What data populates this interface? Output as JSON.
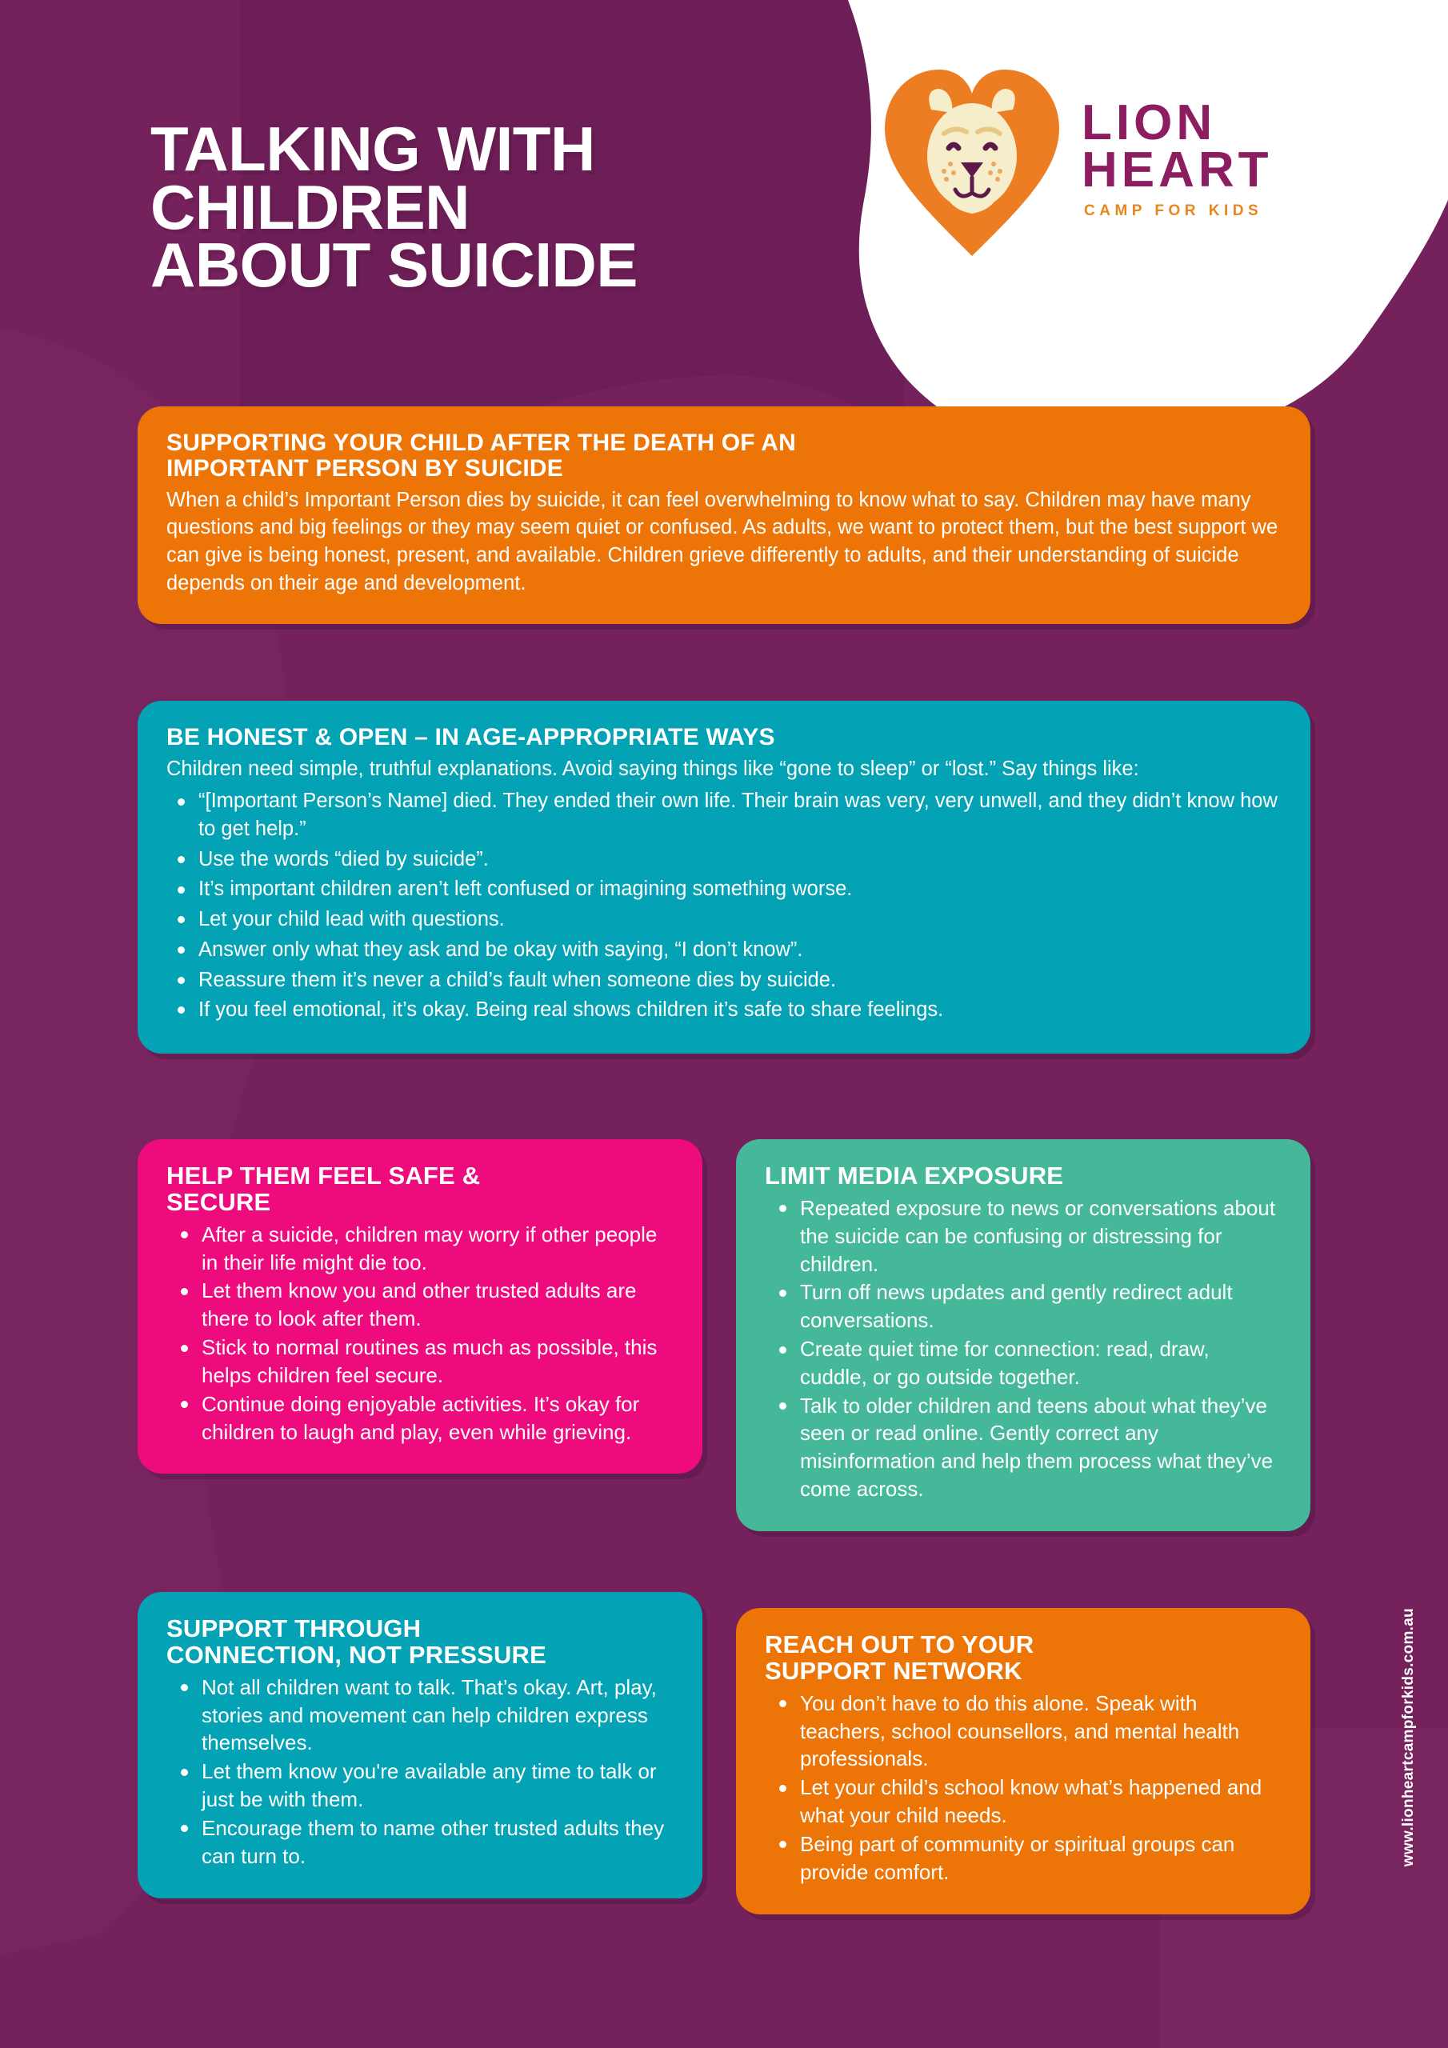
{
  "header": {
    "title": "TALKING WITH\nCHILDREN\nABOUT SUICIDE"
  },
  "logo": {
    "icon": "lion-heart-icon",
    "line1": "LION",
    "line2": "HEART",
    "tagline": "CAMP FOR KIDS"
  },
  "colors": {
    "background_purple": "#74215C",
    "background_purple_dark": "#6A1C54",
    "background_purple_light": "#7C2A63",
    "orange": "#ED7407",
    "teal": "#03A2B5",
    "pink": "#EE0B7E",
    "green": "#45B89A",
    "logo_purple": "#8C1D60",
    "logo_orange": "#E8861B",
    "white": "#FFFFFF",
    "lion_mane": "#ED7D23",
    "lion_face": "#F6EDCB"
  },
  "cards": [
    {
      "id": "supporting",
      "color_key": "orange",
      "title": "SUPPORTING YOUR CHILD AFTER THE DEATH OF AN\nIMPORTANT PERSON BY SUICIDE",
      "paragraph": "When a child’s Important Person dies by suicide, it can feel overwhelming to know what to say. Children may have many questions and big feelings or they may seem quiet or confused. As adults, we want to protect them, but the best support we can give is being honest, present, and available. Children grieve differently to adults, and their understanding of suicide depends on their age and development.",
      "bullets": []
    },
    {
      "id": "honest",
      "color_key": "teal",
      "title": "BE HONEST & OPEN – IN AGE-APPROPRIATE WAYS",
      "paragraph": "Children need simple, truthful explanations. Avoid saying things like “gone to sleep” or “lost.” Say things like:",
      "bullets": [
        "“[Important Person’s Name] died. They ended their own life. Their brain was very, very unwell, and they didn’t know how to get help.”",
        "Use the words “died by suicide”.",
        "It’s important children aren’t left confused or imagining something worse.",
        "Let your child lead with questions.",
        "Answer only what they ask and be okay with saying, “I don’t know”.",
        "Reassure them it’s never a child’s fault when someone dies by suicide.",
        "If you feel emotional, it’s okay. Being real shows children it’s safe to share feelings."
      ]
    },
    {
      "id": "safe",
      "color_key": "pink",
      "title": "HELP THEM FEEL SAFE &\nSECURE",
      "paragraph": "",
      "bullets": [
        "After a suicide, children may worry if other people in their life might die too.",
        "Let them know you and other trusted adults are there to look after them.",
        "Stick to normal routines as much as possible, this helps children feel secure.",
        "Continue doing enjoyable activities. It’s okay for children to laugh and play, even while grieving."
      ]
    },
    {
      "id": "media",
      "color_key": "green",
      "title": "LIMIT MEDIA EXPOSURE",
      "paragraph": "",
      "bullets": [
        "Repeated exposure to news or conversations about the suicide can be confusing or distressing for children.",
        "Turn off news updates and gently redirect adult conversations.",
        "Create quiet time for connection: read, draw, cuddle, or go outside together.",
        "Talk to older children and teens about what they’ve seen or read online. Gently correct any misinformation and help them process what they’ve come across."
      ]
    },
    {
      "id": "connection",
      "color_key": "teal",
      "title": "SUPPORT THROUGH\nCONNECTION, NOT PRESSURE",
      "paragraph": "",
      "bullets": [
        "Not all children want to talk. That’s okay. Art, play, stories and movement can help children express themselves.",
        "Let them know you're available any time to talk or just be with them.",
        "Encourage them to name other trusted adults they can turn to."
      ]
    },
    {
      "id": "network",
      "color_key": "orange",
      "title": "REACH OUT TO YOUR\nSUPPORT NETWORK",
      "paragraph": "",
      "bullets": [
        "You don’t have to do this alone. Speak with teachers, school counsellors, and mental health professionals.",
        "Let your child’s school know what’s happened and what your child needs.",
        "Being part of community or spiritual groups can provide comfort."
      ]
    }
  ],
  "footer": {
    "website": "www.lionheartcampforkids.com.au"
  }
}
